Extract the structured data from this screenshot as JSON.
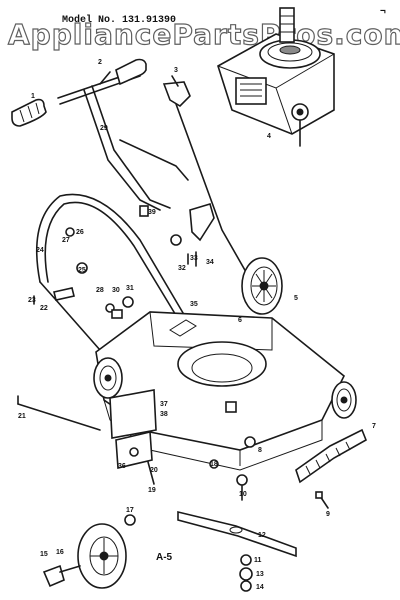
{
  "header": {
    "model_label": "Model No. 131.91390",
    "watermark": "AppliancePartsPros.com",
    "corner_mark": "¬"
  },
  "footer": {
    "page_ref": "A-5"
  },
  "callouts": {
    "c1": "1",
    "c2": "2",
    "c3": "3",
    "c4": "4",
    "c5": "5",
    "c6": "6",
    "c7": "7",
    "c8": "8",
    "c9": "9",
    "c10": "10",
    "c11": "11",
    "c12": "12",
    "c13": "13",
    "c14": "14",
    "c15": "15",
    "c16": "16",
    "c17": "17",
    "c18": "18",
    "c19": "19",
    "c20": "20",
    "c21": "21",
    "c22": "22",
    "c23": "23",
    "c24": "24",
    "c25": "25",
    "c26": "26",
    "c27": "27",
    "c28": "28",
    "c29": "29",
    "c30": "30",
    "c31": "31",
    "c32": "32",
    "c33": "33",
    "c34": "34",
    "c35": "35",
    "c36": "36",
    "c37": "37",
    "c38": "38",
    "c39": "39"
  }
}
